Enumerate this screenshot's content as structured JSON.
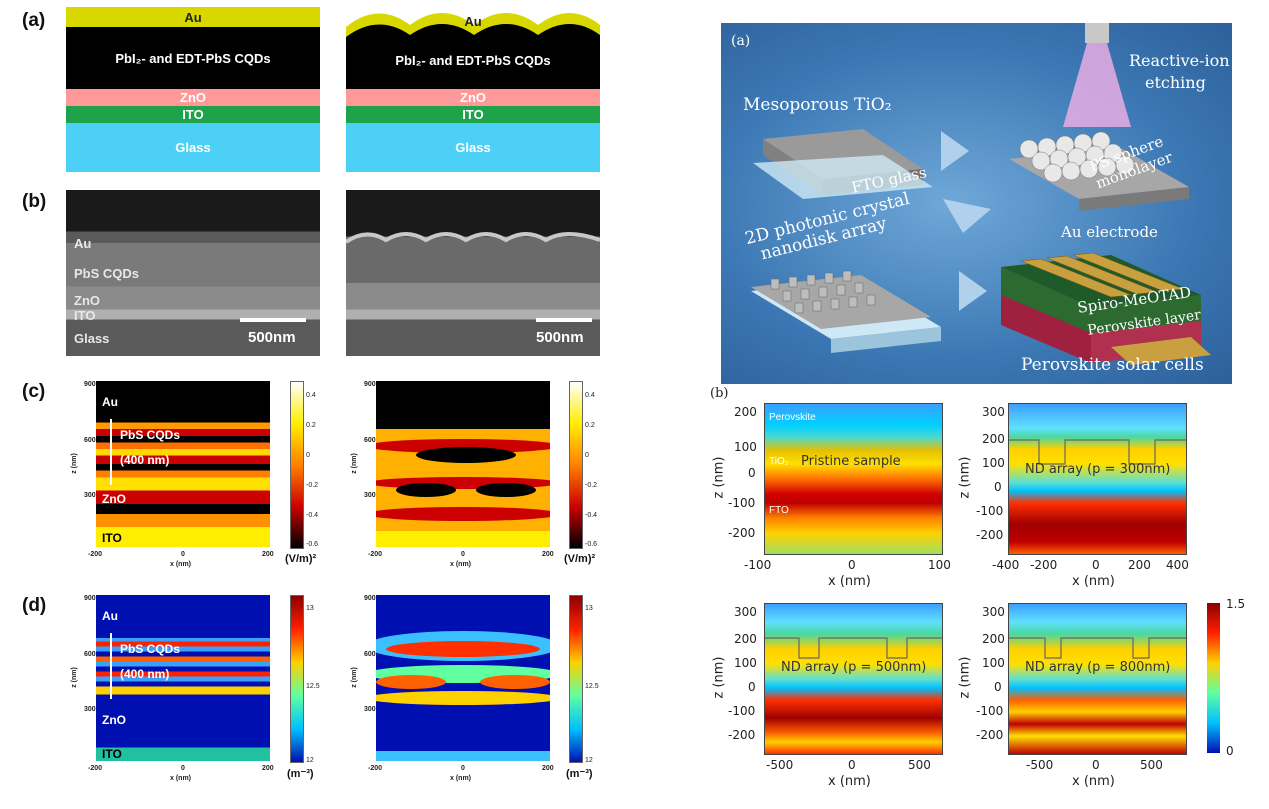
{
  "left": {
    "labels": {
      "a": "(a)",
      "b": "(b)",
      "c": "(c)",
      "d": "(d)"
    },
    "a": {
      "au": "Au",
      "cqd": "PbI₂- and EDT-PbS CQDs",
      "zno": "ZnO",
      "ito": "ITO",
      "glass": "Glass"
    },
    "b": {
      "au": "Au",
      "pbs": "PbS CQDs",
      "zno": "ZnO",
      "ito": "ITO",
      "glass": "Glass",
      "scale": "500nm"
    },
    "c": {
      "au": "Au",
      "pbs": "PbS CQDs",
      "thick": "(400 nm)",
      "zno": "ZnO",
      "ito": "ITO",
      "zlabel": "z (nm)",
      "xlabel": "x (nm)",
      "zticks": [
        "900",
        "600",
        "300"
      ],
      "xticks": [
        "-200",
        "0",
        "200"
      ],
      "cbticks": [
        "0.4",
        "0.2",
        "0",
        "-0.2",
        "-0.4",
        "-0.6"
      ],
      "unit": "(V/m)²"
    },
    "d": {
      "au": "Au",
      "pbs": "PbS CQDs",
      "thick": "(400 nm)",
      "zno": "ZnO",
      "ito": "ITO",
      "zlabel": "z (nm)",
      "xlabel": "x (nm)",
      "zticks": [
        "900",
        "600",
        "300"
      ],
      "xticks": [
        "-200",
        "0",
        "200"
      ],
      "cbticks": [
        "13",
        "12.5",
        "12"
      ],
      "unit": "(m⁻³)"
    }
  },
  "right": {
    "a": {
      "label": "(a)",
      "meso": "Mesoporous TiO₂",
      "fto": "FTO glass",
      "rie1": "Reactive-ion",
      "rie2": "etching",
      "ps": "PS sphere monolayer",
      "pc1": "2D photonic crystal",
      "pc2": "nanodisk array",
      "au": "Au electrode",
      "spiro": "Spiro-MeOTAD",
      "perov": "Perovskite layer",
      "cells": "Perovskite solar cells"
    },
    "b": {
      "label": "(b)",
      "zlabel": "z (nm)",
      "xlabel": "x (nm)",
      "p1": {
        "perov": "Perovskite",
        "tio2": "TiO₂",
        "sample": "Pristine sample",
        "fto": "FTO",
        "zticks": [
          "200",
          "100",
          "0",
          "-100",
          "-200"
        ],
        "xticks": [
          "-100",
          "0",
          "100"
        ]
      },
      "p2": {
        "text": "ND array (p = 300nm)",
        "zticks": [
          "300",
          "200",
          "100",
          "0",
          "-100",
          "-200"
        ],
        "xticks": [
          "-400",
          "-200",
          "0",
          "200",
          "400"
        ]
      },
      "p3": {
        "text": "ND array (p = 500nm)",
        "zticks": [
          "300",
          "200",
          "100",
          "0",
          "-100",
          "-200"
        ],
        "xticks": [
          "-500",
          "0",
          "500"
        ]
      },
      "p4": {
        "text": "ND array (p = 800nm)",
        "zticks": [
          "300",
          "200",
          "100",
          "0",
          "-100",
          "-200"
        ],
        "xticks": [
          "-500",
          "0",
          "500"
        ]
      },
      "cbticks": [
        "1.5",
        "0"
      ]
    }
  },
  "colors": {
    "au": "#d8d800",
    "cqd": "#000000",
    "zno": "#ff9999",
    "ito": "#1ea34a",
    "glass": "#4dd0f5",
    "schematic_bg": "#3c78b4"
  }
}
